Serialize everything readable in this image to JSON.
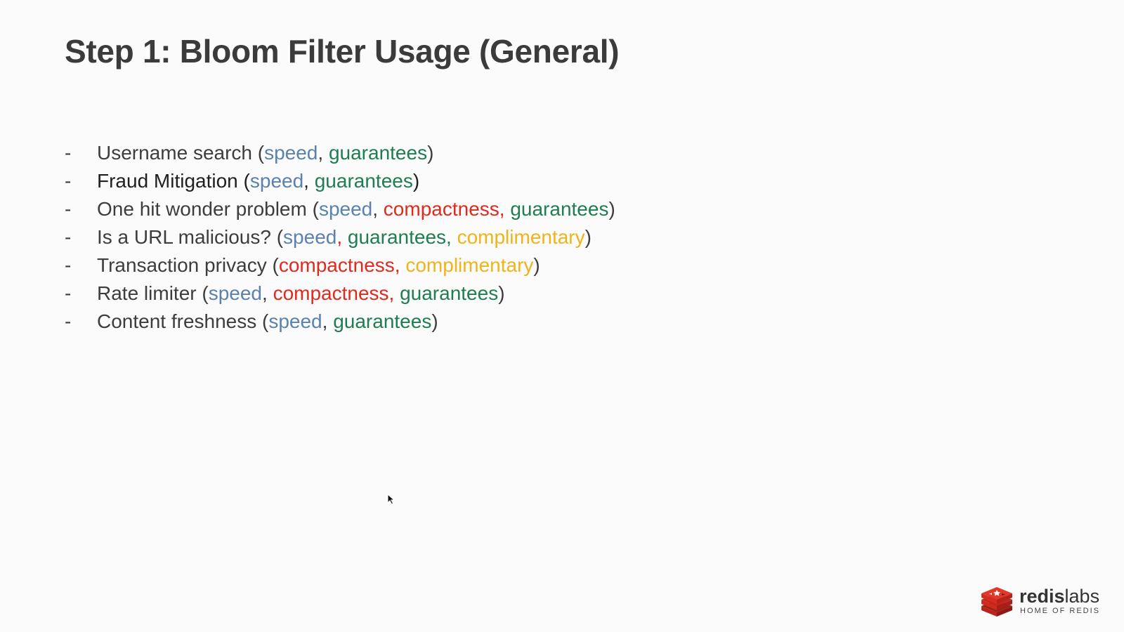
{
  "slide": {
    "title": "Step 1: Bloom Filter Usage (General)",
    "bullet_marker": "-",
    "bullets": [
      {
        "segments": [
          {
            "text": "Username search (",
            "color": "default"
          },
          {
            "text": "speed",
            "color": "blue"
          },
          {
            "text": ", ",
            "color": "default"
          },
          {
            "text": "guarantees",
            "color": "green"
          },
          {
            "text": ")",
            "color": "default"
          }
        ]
      },
      {
        "segments": [
          {
            "text": "Fraud Mitigation (",
            "color": "dark"
          },
          {
            "text": "speed",
            "color": "blue"
          },
          {
            "text": ", ",
            "color": "dark"
          },
          {
            "text": "guarantees",
            "color": "green"
          },
          {
            "text": ")",
            "color": "dark"
          }
        ]
      },
      {
        "segments": [
          {
            "text": "One hit wonder problem (",
            "color": "default"
          },
          {
            "text": "speed",
            "color": "blue"
          },
          {
            "text": ", ",
            "color": "default"
          },
          {
            "text": "compactness, ",
            "color": "red"
          },
          {
            "text": "guarantees",
            "color": "green"
          },
          {
            "text": ")",
            "color": "default"
          }
        ]
      },
      {
        "segments": [
          {
            "text": "Is a URL malicious? (",
            "color": "default"
          },
          {
            "text": "speed",
            "color": "blue"
          },
          {
            "text": ", ",
            "color": "red"
          },
          {
            "text": "guarantees, ",
            "color": "green"
          },
          {
            "text": "complimentary",
            "color": "yellow"
          },
          {
            "text": ")",
            "color": "default"
          }
        ]
      },
      {
        "segments": [
          {
            "text": "Transaction privacy (",
            "color": "default"
          },
          {
            "text": "compactness, ",
            "color": "red"
          },
          {
            "text": "complimentary",
            "color": "yellow"
          },
          {
            "text": ")",
            "color": "default"
          }
        ]
      },
      {
        "segments": [
          {
            "text": "Rate limiter (",
            "color": "default"
          },
          {
            "text": "speed",
            "color": "blue"
          },
          {
            "text": ", ",
            "color": "default"
          },
          {
            "text": "compactness, ",
            "color": "red"
          },
          {
            "text": "guarantees",
            "color": "green"
          },
          {
            "text": ")",
            "color": "default"
          }
        ]
      },
      {
        "segments": [
          {
            "text": "Content freshness (",
            "color": "default"
          },
          {
            "text": "speed",
            "color": "blue"
          },
          {
            "text": ", ",
            "color": "default"
          },
          {
            "text": "guarantees",
            "color": "green"
          },
          {
            "text": ")",
            "color": "default"
          }
        ]
      }
    ]
  },
  "colors": {
    "default": "#3d3d3d",
    "dark": "#1f1f1f",
    "blue": "#5a82ad",
    "green": "#1f7d52",
    "red": "#df2a1d",
    "yellow": "#f0b41b",
    "brand": "#d82c20"
  },
  "logo": {
    "word_bold": "redis",
    "word_light": "labs",
    "tagline": "HOME OF REDIS",
    "icon": "redis-cube-stack-icon"
  },
  "cursor": {
    "icon": "mouse-pointer-icon"
  }
}
